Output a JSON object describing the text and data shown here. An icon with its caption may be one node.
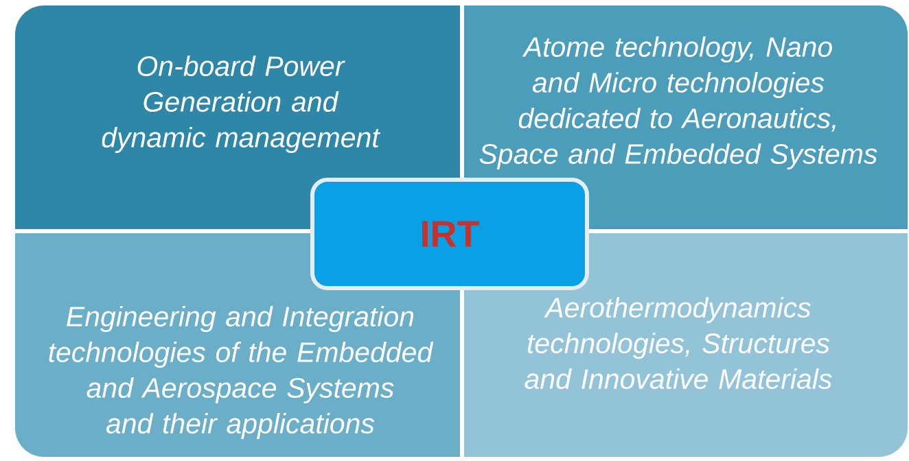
{
  "diagram": {
    "nodes": [
      {
        "text": [
          "On-board Power Generation and dynamic management"
        ]
      },
      {
        "text": [
          "Atome technology, Nano and Micro technologies dedicated to Aeronautics, Space and Embedded Systems"
        ]
      },
      {
        "text": [
          "Engineering and Integration technologies of the Embedded and Aerospace Systems and their applications"
        ]
      },
      {
        "text": [
          "Aerothermodynamics technologies, Structures and Innovative Materials"
        ]
      },
      {
        "text": [
          "IRT"
        ]
      }
    ]
  }
}
